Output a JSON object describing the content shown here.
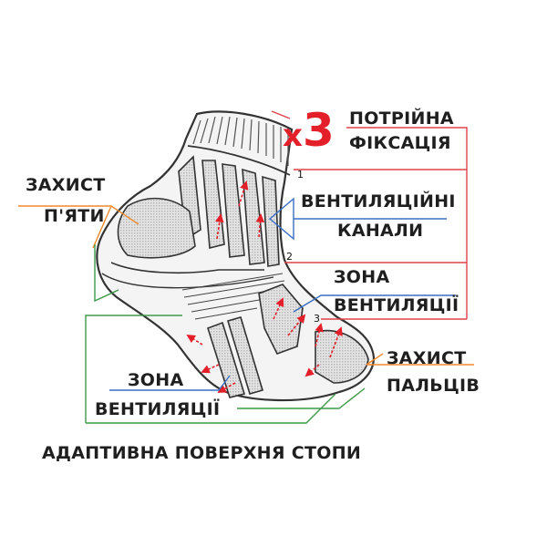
{
  "multiplier": {
    "prefix": "x",
    "number": "3"
  },
  "labels": {
    "triple_fixation_1": "ПОТРІЙНА",
    "triple_fixation_2": "ФІКСАЦІЯ",
    "heel_protection_1": "ЗАХИСТ",
    "heel_protection_2": "П'ЯТИ",
    "vent_channels_1": "ВЕНТИЛЯЦІЙНІ",
    "vent_channels_2": "КАНАЛИ",
    "vent_zone_upper_1": "ЗОНА",
    "vent_zone_upper_2": "ВЕНТИЛЯЦІЇ",
    "toe_protection_1": "ЗАХИСТ",
    "toe_protection_2": "ПАЛЬЦІВ",
    "vent_zone_lower_1": "ЗОНА",
    "vent_zone_lower_2": "ВЕНТИЛЯЦІЇ",
    "adaptive_sole": "АДАПТИВНА ПОВЕРХНЯ СТОПИ"
  },
  "markers": [
    "1",
    "2",
    "3"
  ],
  "colors": {
    "text": "#1f1f1f",
    "accent_red": "#e3202a",
    "line_red": "#e0404a",
    "line_blue": "#3a6fc4",
    "line_orange": "#f08a2c",
    "line_green": "#3f9a4a",
    "sock_outline": "#333333",
    "mesh": "#d6d6d6"
  }
}
